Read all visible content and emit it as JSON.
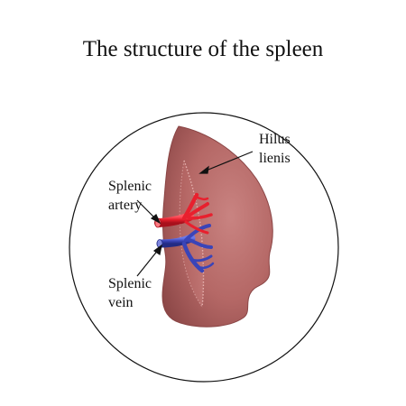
{
  "title": "The structure of the spleen",
  "labels": {
    "hilus": [
      "Hilus",
      "lienis"
    ],
    "artery": [
      "Splenic",
      "artery"
    ],
    "vein": [
      "Splenic",
      "vein"
    ]
  },
  "colors": {
    "spleen": "#b86a68",
    "spleen_dark": "#8e4a49",
    "artery": "#e8202e",
    "vein": "#3a44b8",
    "outline": "#111111"
  }
}
